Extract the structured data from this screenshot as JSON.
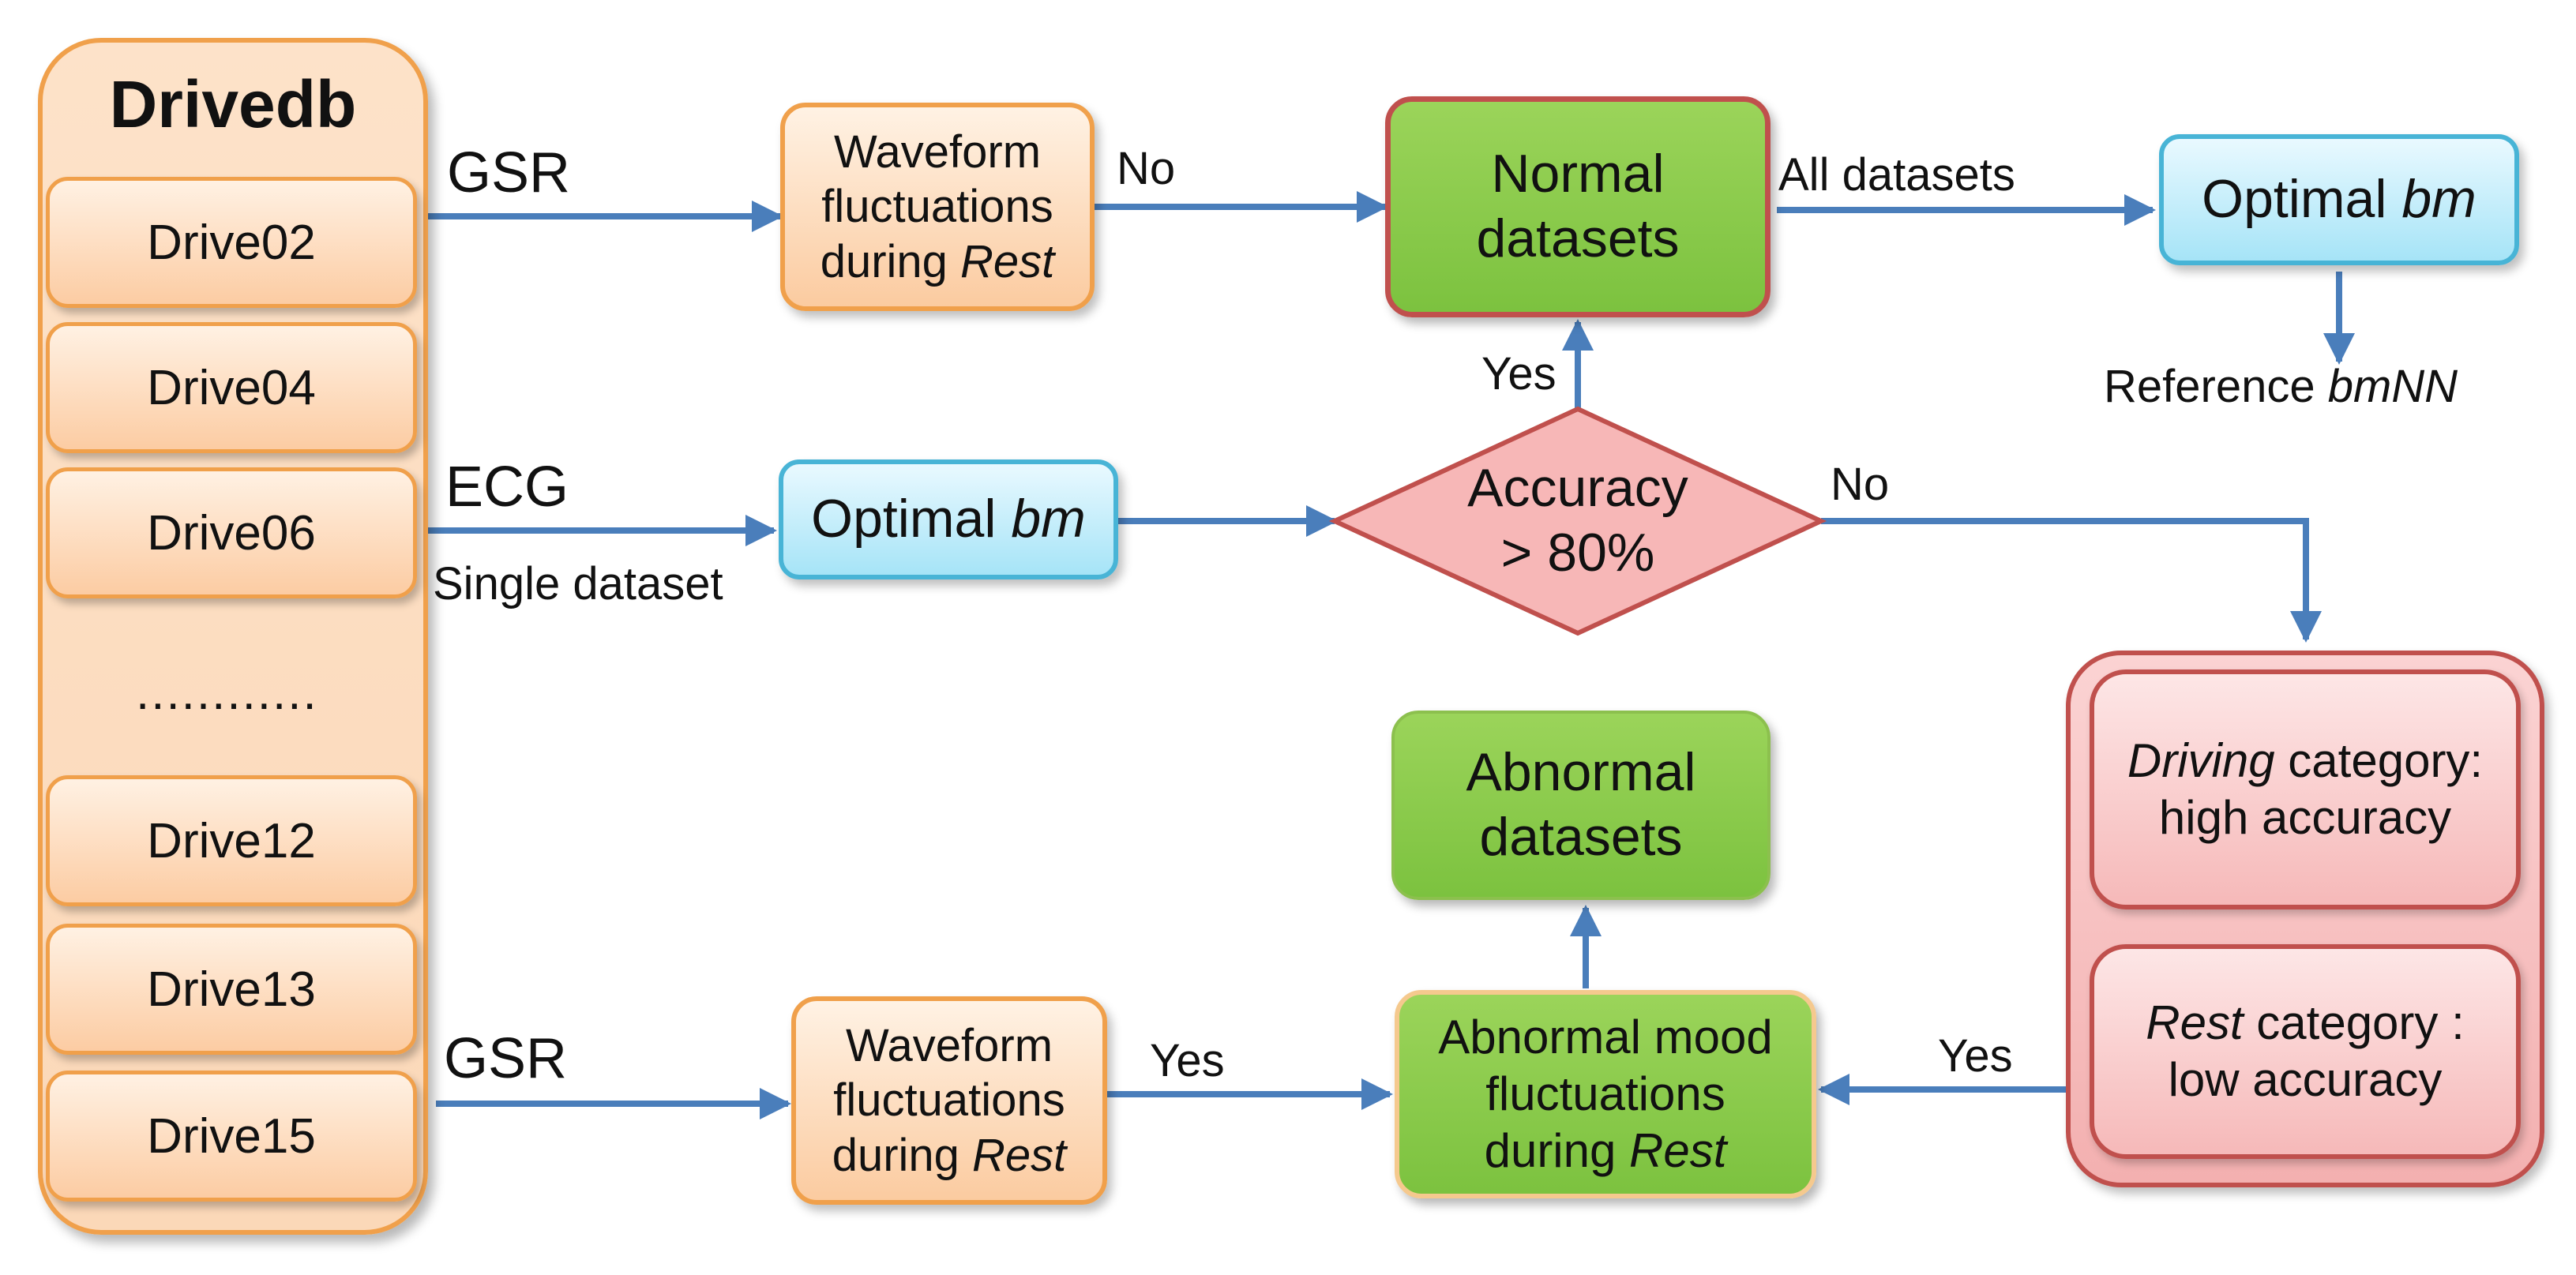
{
  "drivedb": {
    "title": "Drivedb",
    "items": [
      "Drive02",
      "Drive04",
      "Drive06",
      "............",
      "Drive12",
      "Drive13",
      "Drive15"
    ]
  },
  "boxes": {
    "waveform_top": {
      "line1": "Waveform",
      "line2": "fluctuations",
      "line3_prefix": "during ",
      "line3_italic": "Rest"
    },
    "optimal_mid": {
      "prefix": "Optimal ",
      "italic": "bm"
    },
    "normal": {
      "line1": "Normal",
      "line2": "datasets"
    },
    "optimal_right": {
      "prefix": "Optimal ",
      "italic": "bm"
    },
    "accuracy": {
      "line1": "Accuracy",
      "line2": "> 80%"
    },
    "abnormal": {
      "line1": "Abnormal",
      "line2": "datasets"
    },
    "mood": {
      "line1": "Abnormal mood",
      "line2": "fluctuations",
      "line3_prefix": "during ",
      "line3_italic": "Rest"
    },
    "waveform_bottom": {
      "line1": "Waveform",
      "line2": "fluctuations",
      "line3_prefix": "during ",
      "line3_italic": "Rest"
    },
    "driving_cat": {
      "line1_italic": "Driving",
      "line1_rest": " category:",
      "line2": "high accuracy"
    },
    "rest_cat": {
      "line1_italic": "Rest",
      "line1_rest": " category :",
      "line2": "low accuracy"
    }
  },
  "labels": {
    "gsr_top": "GSR",
    "ecg": "ECG",
    "single_dataset": "Single dataset",
    "gsr_bottom": "GSR",
    "no_top": "No",
    "all_datasets": "All datasets",
    "reference_prefix": "Reference ",
    "reference_italic": "bmNN",
    "yes_accuracy": "Yes",
    "no_accuracy": "No",
    "yes_bottom": "Yes",
    "yes_right": "Yes"
  },
  "colors": {
    "arrow": "#4a7ebb",
    "orange_border": "#f0a04b",
    "blue_border": "#48b4d6",
    "green_fill": "#86c84a",
    "red_border": "#c0504d",
    "diamond_fill": "#f7b7b7"
  }
}
